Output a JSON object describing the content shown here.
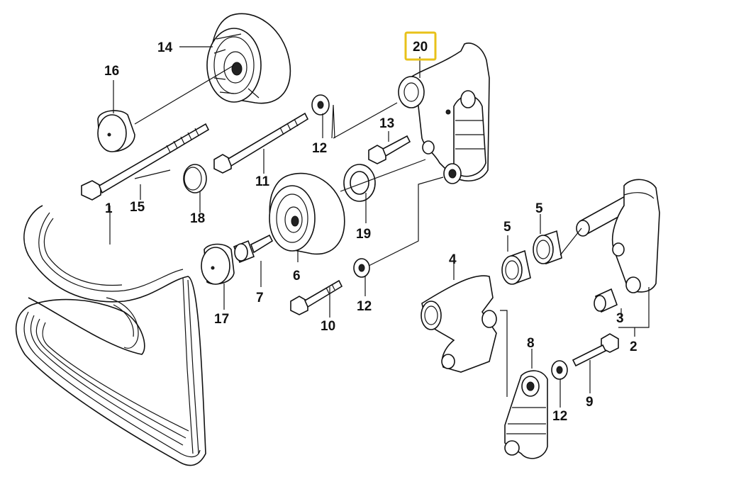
{
  "diagram": {
    "highlight_color": "#e8c21a",
    "labels": {
      "p1": "1",
      "p2": "2",
      "p3": "3",
      "p4": "4",
      "p5a": "5",
      "p5b": "5",
      "p6": "6",
      "p7": "7",
      "p8": "8",
      "p9": "9",
      "p10": "10",
      "p11": "11",
      "p12a": "12",
      "p12b": "12",
      "p12c": "12",
      "p13": "13",
      "p14": "14",
      "p15": "15",
      "p16": "16",
      "p17": "17",
      "p18": "18",
      "p19": "19",
      "p20": "20"
    }
  }
}
